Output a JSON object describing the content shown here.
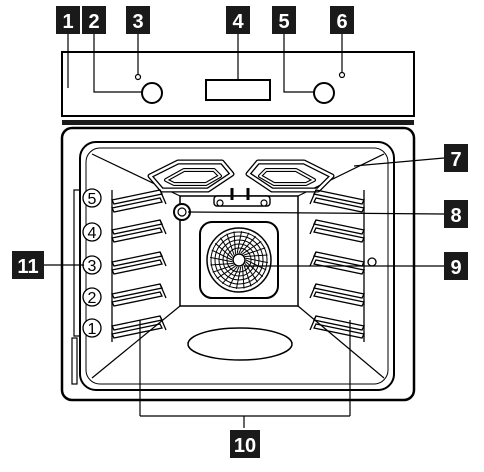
{
  "diagram": {
    "callouts": [
      {
        "id": "1",
        "label": "1"
      },
      {
        "id": "2",
        "label": "2"
      },
      {
        "id": "3",
        "label": "3"
      },
      {
        "id": "4",
        "label": "4"
      },
      {
        "id": "5",
        "label": "5"
      },
      {
        "id": "6",
        "label": "6"
      },
      {
        "id": "7",
        "label": "7"
      },
      {
        "id": "8",
        "label": "8"
      },
      {
        "id": "9",
        "label": "9"
      },
      {
        "id": "10",
        "label": "10"
      },
      {
        "id": "11",
        "label": "11"
      }
    ],
    "shelf_levels": [
      "5",
      "4",
      "3",
      "2",
      "1"
    ],
    "colors": {
      "callout_fill": "#1a1a1a",
      "callout_text": "#ffffff",
      "line": "#000000",
      "background": "#ffffff"
    }
  }
}
